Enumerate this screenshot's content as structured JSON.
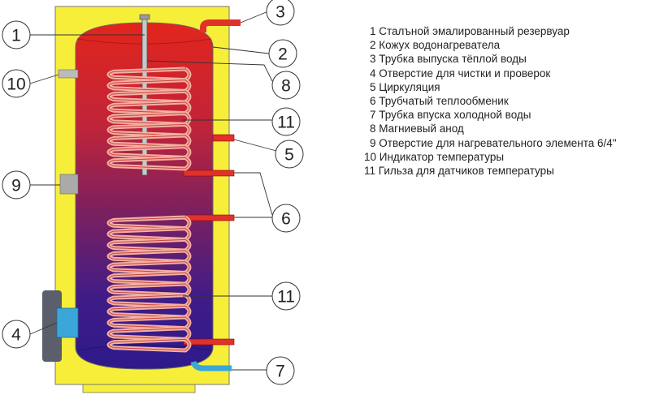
{
  "title": "Water heater with tubular heat exchanger",
  "callouts": [
    "1",
    "2",
    "3",
    "4",
    "5",
    "6",
    "7",
    "8",
    "9",
    "10",
    "11",
    "11"
  ],
  "legend": [
    "1 Сталъной эмалированный резервуар",
    "2 Кожух водонагревателa",
    "3 Трубка выпуска тёплой воды",
    "4 Отверстие для чистки и проверок",
    "5 Циркуляция",
    "6 Трубчатый теплообменик",
    "7 Трубка впуска холодной воды",
    "8 Магниевый анод",
    "9 Отверстие для нагревательного элемента 6/4\"",
    "10 Индикатор температуры",
    "11 Гильза для датчиков температуры"
  ],
  "colors": {
    "casing": "#f7ee3a",
    "hot": "#e2251c",
    "cold": "#3b1a8c",
    "pipe_hot": "#e0322a",
    "pipe_cold": "#3aa7d8",
    "port": "#aaaaaa",
    "flange": "#5a5f6b"
  }
}
